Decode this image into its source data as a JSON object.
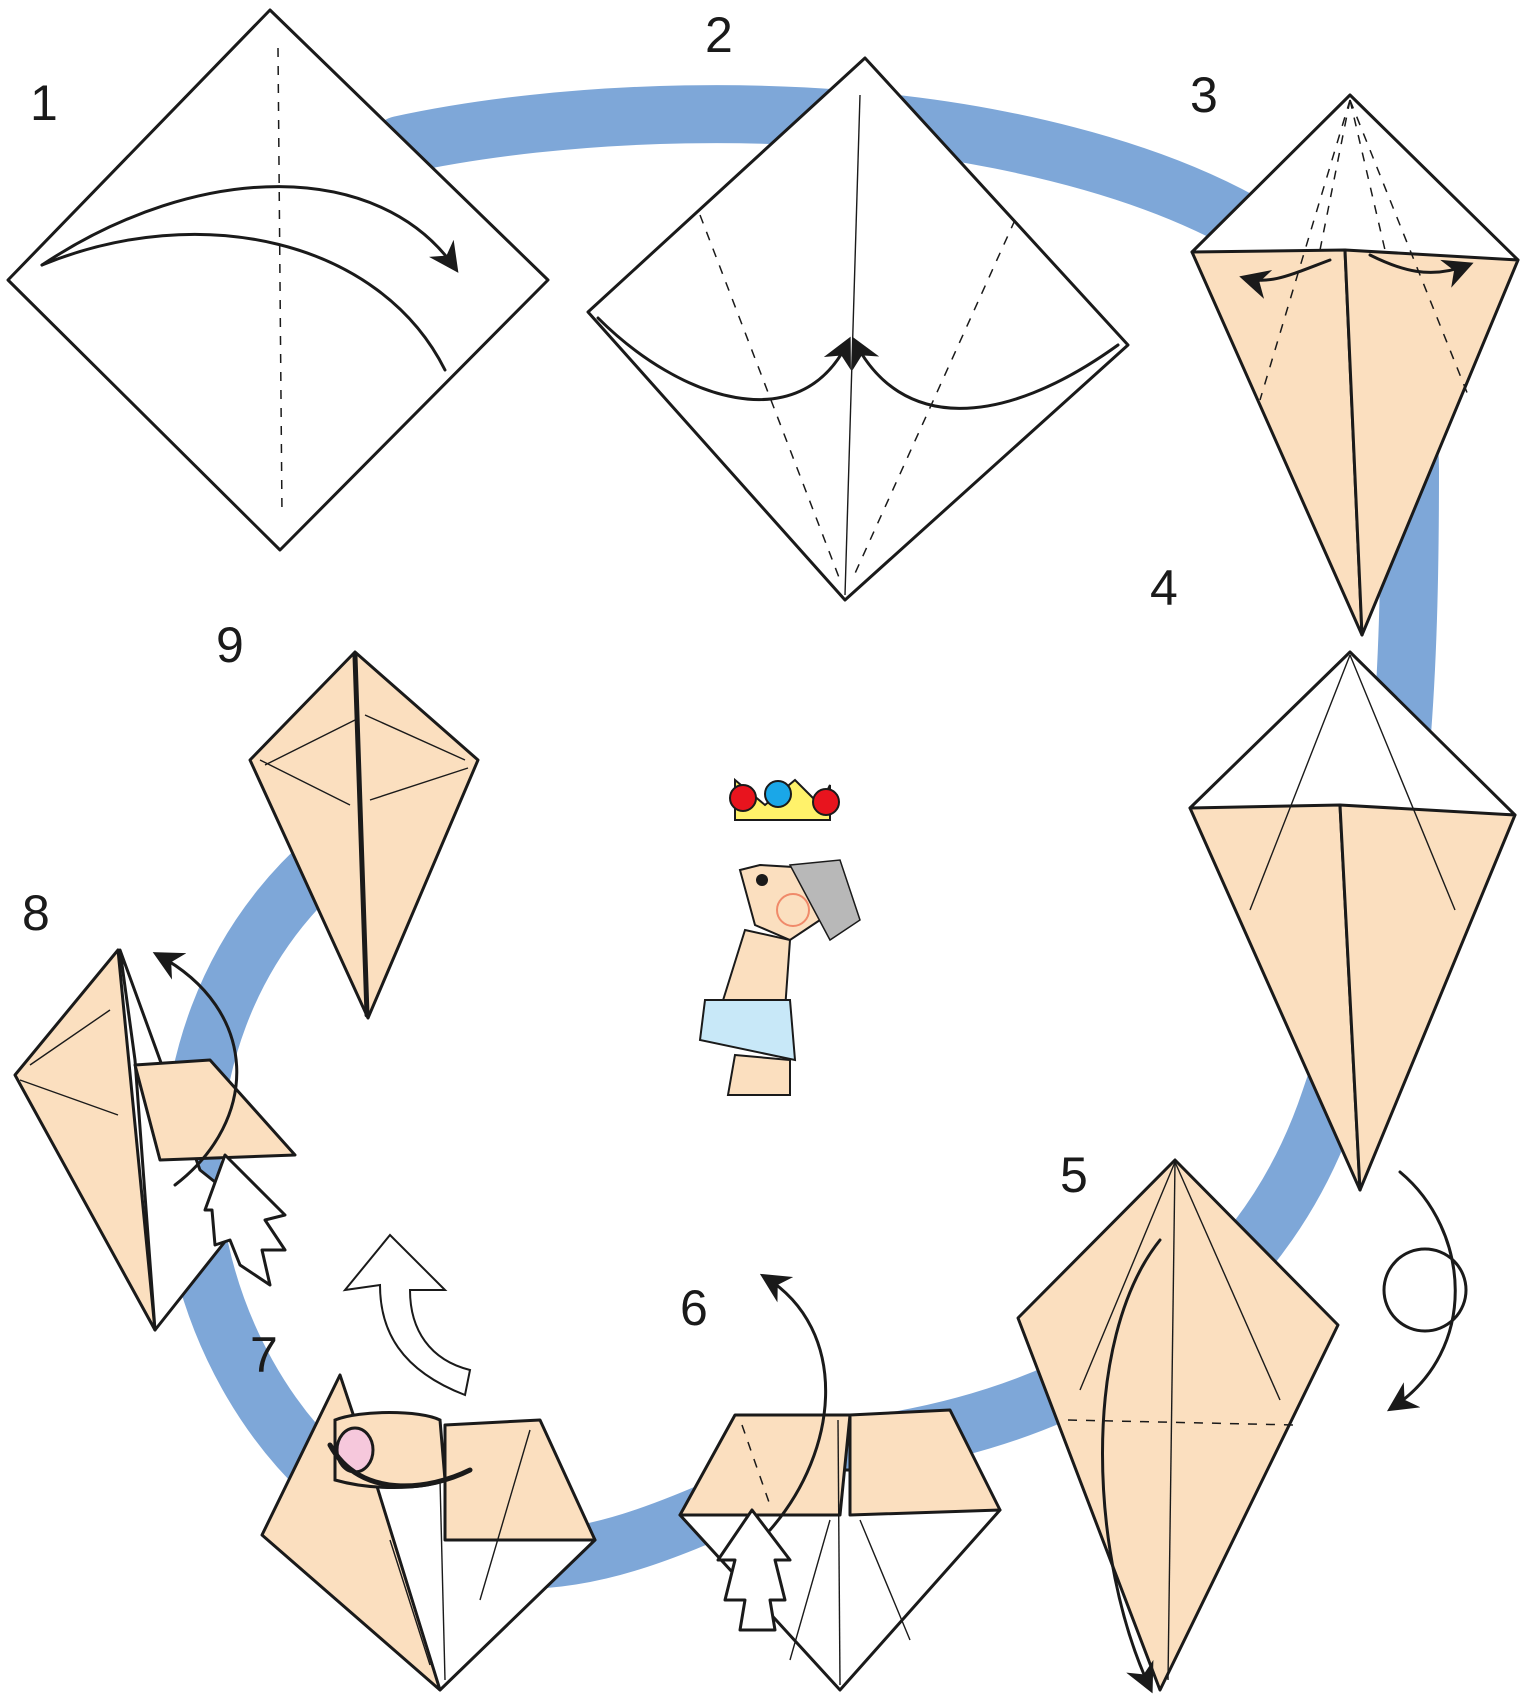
{
  "steps": [
    {
      "label": "1"
    },
    {
      "label": "2"
    },
    {
      "label": "3"
    },
    {
      "label": "4"
    },
    {
      "label": "5"
    },
    {
      "label": "6"
    },
    {
      "label": "7"
    },
    {
      "label": "8"
    },
    {
      "label": "9"
    }
  ],
  "colors": {
    "paper_back": "#fbdfbf",
    "paper_front": "#ffffff",
    "path_band": "#7ea7d8",
    "outline": "#1a1a1a",
    "crown": "#fff26a",
    "jewel_red": "#e8141e",
    "jewel_blue": "#1aa7e8",
    "shorts": "#c8e8f8",
    "hair": "#b8b8b8"
  },
  "icons": {
    "fold_arrow": "curved-arrow-icon",
    "push_arrow": "hollow-push-arrow-icon",
    "turn_over": "turn-over-icon",
    "mascot": "king-mascot-icon"
  }
}
